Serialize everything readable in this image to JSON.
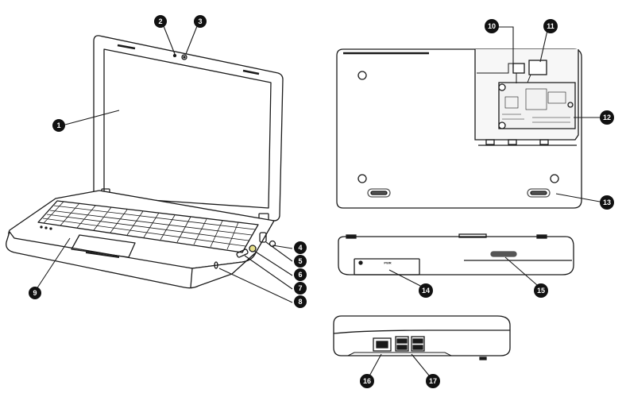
{
  "callouts": [
    {
      "id": "1",
      "label": "1"
    },
    {
      "id": "2",
      "label": "2"
    },
    {
      "id": "3",
      "label": "3"
    },
    {
      "id": "4",
      "label": "4"
    },
    {
      "id": "5",
      "label": "5"
    },
    {
      "id": "6",
      "label": "6"
    },
    {
      "id": "7",
      "label": "7"
    },
    {
      "id": "8",
      "label": "8"
    },
    {
      "id": "9",
      "label": "9"
    },
    {
      "id": "10",
      "label": "10"
    },
    {
      "id": "11",
      "label": "11"
    },
    {
      "id": "12",
      "label": "12"
    },
    {
      "id": "13",
      "label": "13"
    },
    {
      "id": "14",
      "label": "14"
    },
    {
      "id": "15",
      "label": "15"
    },
    {
      "id": "16",
      "label": "16"
    },
    {
      "id": "17",
      "label": "17"
    }
  ],
  "panel_labels": {
    "power_button_text": "PWR"
  },
  "colors": {
    "line": "#1a1a1a",
    "callout_fill": "#111111",
    "device_fill": "#ffffff",
    "board_fill": "#f2f2f2",
    "grill": "#555555"
  }
}
